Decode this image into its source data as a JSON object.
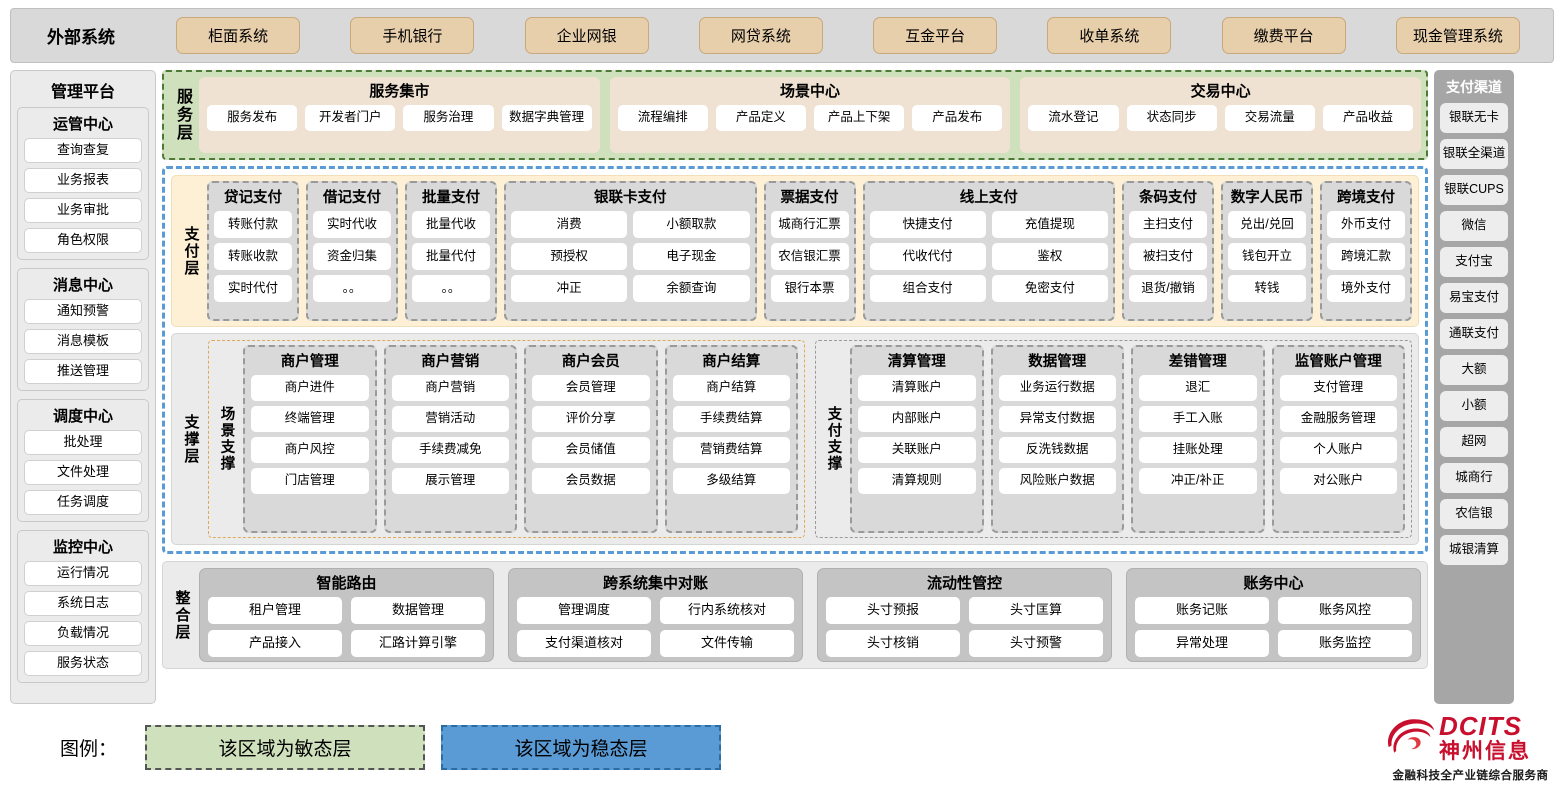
{
  "external": {
    "title": "外部系统",
    "items": [
      "柜面系统",
      "手机银行",
      "企业网银",
      "网贷系统",
      "互金平台",
      "收单系统",
      "缴费平台",
      "现金管理系统"
    ]
  },
  "management": {
    "title": "管理平台",
    "groups": [
      {
        "title": "运管中心",
        "items": [
          "查询查复",
          "业务报表",
          "业务审批",
          "角色权限"
        ]
      },
      {
        "title": "消息中心",
        "items": [
          "通知预警",
          "消息模板",
          "推送管理"
        ]
      },
      {
        "title": "调度中心",
        "items": [
          "批处理",
          "文件处理",
          "任务调度"
        ]
      },
      {
        "title": "监控中心",
        "items": [
          "运行情况",
          "系统日志",
          "负载情况",
          "服务状态"
        ]
      }
    ]
  },
  "channels": {
    "title": "支付渠道",
    "items": [
      "银联无卡",
      "银联全渠道",
      "银联CUPS",
      "微信",
      "支付宝",
      "易宝支付",
      "通联支付",
      "大额",
      "小额",
      "超网",
      "城商行",
      "农信银",
      "城银清算"
    ]
  },
  "service_layer": {
    "label": "服务层",
    "cards": [
      {
        "title": "服务集市",
        "items": [
          "服务发布",
          "开发者门户",
          "服务治理",
          "数据字典管理"
        ]
      },
      {
        "title": "场景中心",
        "items": [
          "流程编排",
          "产品定义",
          "产品上下架",
          "产品发布"
        ]
      },
      {
        "title": "交易中心",
        "items": [
          "流水登记",
          "状态同步",
          "交易流量",
          "产品收益"
        ]
      }
    ]
  },
  "pay_layer": {
    "label": "支付层",
    "cards": [
      {
        "title": "贷记支付",
        "cols": 1,
        "rows": [
          [
            "转账付款"
          ],
          [
            "转账收款"
          ],
          [
            "实时代付"
          ]
        ]
      },
      {
        "title": "借记支付",
        "cols": 1,
        "rows": [
          [
            "实时代收"
          ],
          [
            "资金归集"
          ],
          [
            "。。"
          ]
        ]
      },
      {
        "title": "批量支付",
        "cols": 1,
        "rows": [
          [
            "批量代收"
          ],
          [
            "批量代付"
          ],
          [
            "。。"
          ]
        ]
      },
      {
        "title": "银联卡支付",
        "cols": 2,
        "rows": [
          [
            "消费",
            "小额取款"
          ],
          [
            "预授权",
            "电子现金"
          ],
          [
            "冲正",
            "余额查询"
          ]
        ]
      },
      {
        "title": "票据支付",
        "cols": 1,
        "rows": [
          [
            "城商行汇票"
          ],
          [
            "农信银汇票"
          ],
          [
            "银行本票"
          ]
        ]
      },
      {
        "title": "线上支付",
        "cols": 2,
        "rows": [
          [
            "快捷支付",
            "充值提现"
          ],
          [
            "代收代付",
            "鉴权"
          ],
          [
            "组合支付",
            "免密支付"
          ]
        ]
      },
      {
        "title": "条码支付",
        "cols": 1,
        "rows": [
          [
            "主扫支付"
          ],
          [
            "被扫支付"
          ],
          [
            "退货/撤销"
          ]
        ]
      },
      {
        "title": "数字人民币",
        "cols": 1,
        "rows": [
          [
            "兑出/兑回"
          ],
          [
            "钱包开立"
          ],
          [
            "转钱"
          ]
        ]
      },
      {
        "title": "跨境支付",
        "cols": 1,
        "rows": [
          [
            "外币支付"
          ],
          [
            "跨境汇款"
          ],
          [
            "境外支付"
          ]
        ]
      }
    ]
  },
  "support_layer": {
    "label": "支撑层",
    "zones": [
      {
        "label": "场景支撑",
        "cards": [
          {
            "title": "商户管理",
            "items": [
              "商户进件",
              "终端管理",
              "商户风控",
              "门店管理"
            ]
          },
          {
            "title": "商户营销",
            "items": [
              "商户营销",
              "营销活动",
              "手续费减免",
              "展示管理"
            ]
          },
          {
            "title": "商户会员",
            "items": [
              "会员管理",
              "评价分享",
              "会员储值",
              "会员数据"
            ]
          },
          {
            "title": "商户结算",
            "items": [
              "商户结算",
              "手续费结算",
              "营销费结算",
              "多级结算"
            ]
          }
        ]
      },
      {
        "label": "支付支撑",
        "cards": [
          {
            "title": "清算管理",
            "items": [
              "清算账户",
              "内部账户",
              "关联账户",
              "清算规则"
            ]
          },
          {
            "title": "数据管理",
            "items": [
              "业务运行数据",
              "异常支付数据",
              "反洗钱数据",
              "风险账户数据"
            ]
          },
          {
            "title": "差错管理",
            "items": [
              "退汇",
              "手工入账",
              "挂账处理",
              "冲正/补正"
            ]
          },
          {
            "title": "监管账户管理",
            "items": [
              "支付管理",
              "金融服务管理",
              "个人账户",
              "对公账户"
            ]
          }
        ]
      }
    ]
  },
  "integration_layer": {
    "label": "整合层",
    "cards": [
      {
        "title": "智能路由",
        "rows": [
          [
            "租户管理",
            "数据管理"
          ],
          [
            "产品接入",
            "汇路计算引擎"
          ]
        ]
      },
      {
        "title": "跨系统集中对账",
        "rows": [
          [
            "管理调度",
            "行内系统核对"
          ],
          [
            "支付渠道核对",
            "文件传输"
          ]
        ]
      },
      {
        "title": "流动性管控",
        "rows": [
          [
            "头寸预报",
            "头寸匡算"
          ],
          [
            "头寸核销",
            "头寸预警"
          ]
        ]
      },
      {
        "title": "账务中心",
        "rows": [
          [
            "账务记账",
            "账务风控"
          ],
          [
            "异常处理",
            "账务监控"
          ]
        ]
      }
    ]
  },
  "legend": {
    "label": "图例：",
    "agile": "该区域为敏态层",
    "stable": "该区域为稳态层"
  },
  "logo": {
    "name_en": "DCITS",
    "name_cn": "神州信息",
    "tagline": "金融科技全产业链综合服务商"
  },
  "colors": {
    "external_item": "#e8cfac",
    "agile_green": "#cfe0bc",
    "stable_blue": "#5b9bd5",
    "pay_layer_bg": "#fdf0d5",
    "card_gray": "#d9d9d9",
    "channel_bg": "#a6a6a6",
    "brand_red": "#c8102e"
  }
}
